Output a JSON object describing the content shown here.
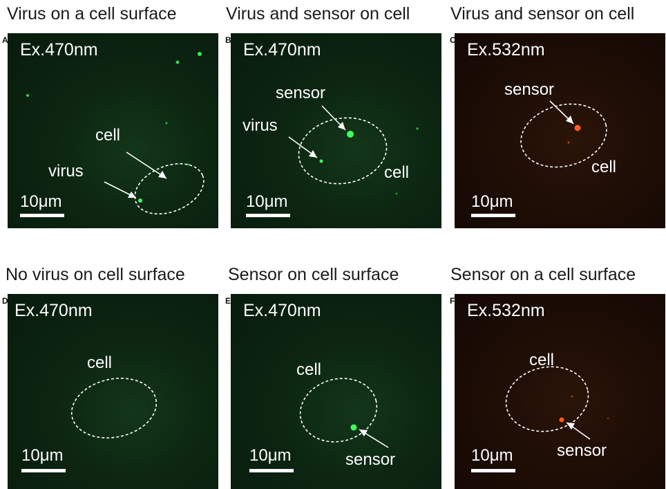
{
  "titles": {
    "a": "Virus on a cell surface",
    "b": "Virus and sensor on cell",
    "c": "Virus and sensor on cell",
    "d": "No virus on cell surface",
    "e": "Sensor on cell surface",
    "f": "Sensor on a cell surface"
  },
  "panels": {
    "a": {
      "letter": "A",
      "excitation": "Ex.470nm",
      "labels": {
        "cell": "cell",
        "virus": "virus"
      },
      "scale": "10μm"
    },
    "b": {
      "letter": "B",
      "excitation": "Ex.470nm",
      "labels": {
        "sensor": "sensor",
        "virus": "virus",
        "cell": "cell"
      },
      "scale": "10μm"
    },
    "c": {
      "letter": "C",
      "excitation": "Ex.532nm",
      "labels": {
        "sensor": "sensor",
        "cell": "cell"
      },
      "scale": "10μm"
    },
    "d": {
      "letter": "D",
      "excitation": "Ex.470nm",
      "labels": {
        "cell": "cell"
      },
      "scale": "10μm"
    },
    "e": {
      "letter": "E",
      "excitation": "Ex.470nm",
      "labels": {
        "cell": "cell",
        "sensor": "sensor"
      },
      "scale": "10μm"
    },
    "f": {
      "letter": "F",
      "excitation": "Ex.532nm",
      "labels": {
        "cell": "cell",
        "sensor": "sensor"
      },
      "scale": "10μm"
    }
  },
  "colors": {
    "green_spot": "#3dff5a",
    "red_spot": "#ff5a1a",
    "outline": "#ffffff"
  }
}
